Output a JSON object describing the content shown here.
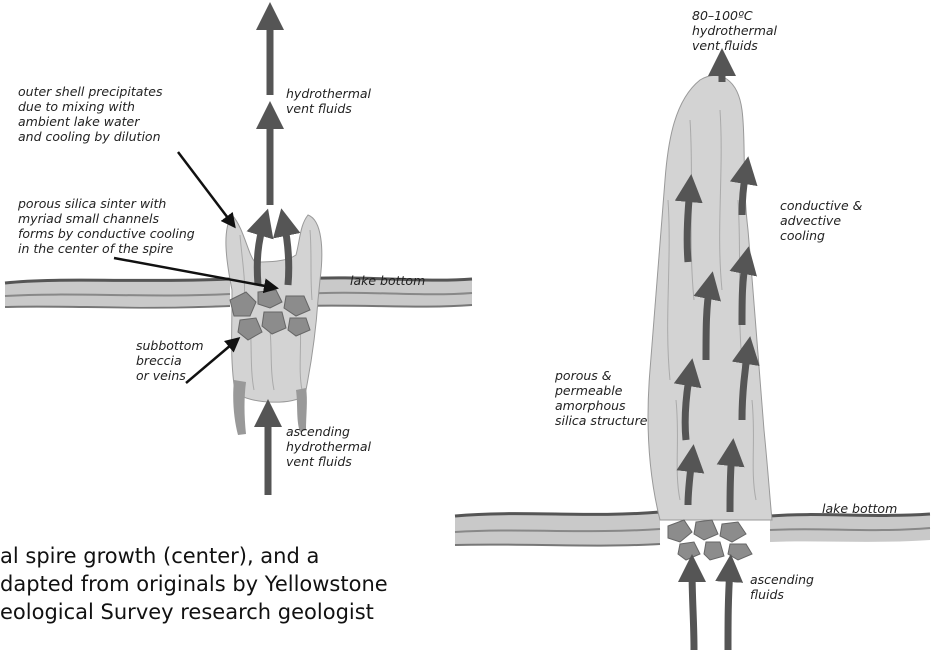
{
  "left_diagram": {
    "labels": {
      "outer_shell": [
        "outer shell precipitates",
        "due to mixing with",
        "ambient lake water",
        "and cooling by dilution"
      ],
      "porous_sinter": [
        "porous silica sinter with",
        "myriad small channels",
        "forms by conductive cooling",
        "in the center of the spire"
      ],
      "vent_fluids_top": [
        "hydrothermal",
        "vent fluids"
      ],
      "lake_bottom": "lake bottom",
      "subbottom": [
        "subbottom",
        "breccia",
        "or veins"
      ],
      "ascending": [
        "ascending",
        "hydrothermal",
        "vent fluids"
      ]
    }
  },
  "right_diagram": {
    "labels": {
      "temperature": [
        "80–100ºC",
        "hydrothermal",
        "vent fluids"
      ],
      "cooling": [
        "conductive &",
        "advective",
        "cooling"
      ],
      "porous_structure": [
        "porous &",
        "permeable",
        "amorphous",
        "silica structure"
      ],
      "lake_bottom": "lake bottom",
      "ascending": [
        "ascending",
        "fluids"
      ]
    }
  },
  "caption": [
    "al spire growth (center), and a",
    "dapted from originals by Yellowstone",
    "eological Survey research geologist"
  ],
  "colors": {
    "spire_fill": "#d3d3d3",
    "arrow": "#555555",
    "lake_bottom": "#a9a9a9",
    "rocks": "#8c8c8c"
  }
}
